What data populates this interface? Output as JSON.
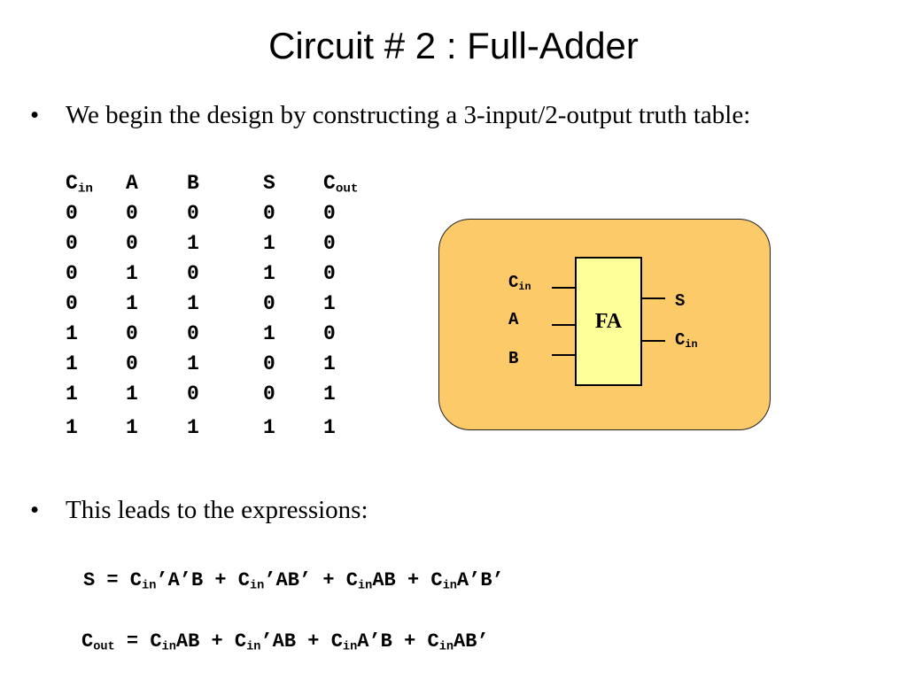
{
  "title": "Circuit # 2 : Full-Adder",
  "bullet_symbol": "•",
  "bullets": [
    "We begin the design by constructing a 3-input/2-output truth table:",
    "This leads to the expressions:"
  ],
  "truth_table": {
    "headers": [
      {
        "main": "C",
        "sub": "in"
      },
      {
        "main": "A",
        "sub": ""
      },
      {
        "main": "B",
        "sub": ""
      },
      {
        "main": "S",
        "sub": ""
      },
      {
        "main": "C",
        "sub": "out"
      }
    ],
    "rows": [
      [
        "0",
        "0",
        "0",
        "0",
        "0"
      ],
      [
        "0",
        "0",
        "1",
        "1",
        "0"
      ],
      [
        "0",
        "1",
        "0",
        "1",
        "0"
      ],
      [
        "0",
        "1",
        "1",
        "0",
        "1"
      ],
      [
        "1",
        "0",
        "0",
        "1",
        "0"
      ],
      [
        "1",
        "0",
        "1",
        "0",
        "1"
      ],
      [
        "1",
        "1",
        "0",
        "0",
        "1"
      ],
      [
        "1",
        "1",
        "1",
        "1",
        "1"
      ]
    ]
  },
  "diagram": {
    "block_label": "FA",
    "inputs": [
      {
        "main": "C",
        "sub": "in"
      },
      {
        "main": "A",
        "sub": ""
      },
      {
        "main": "B",
        "sub": ""
      }
    ],
    "outputs": [
      {
        "main": "S",
        "sub": ""
      },
      {
        "main": "C",
        "sub": "in"
      }
    ],
    "colors": {
      "panel": "#fdca6a",
      "block": "#ffff99"
    }
  },
  "equations": [
    {
      "id": "s",
      "parts": [
        [
          "S = C",
          ""
        ],
        [
          "in",
          "sub"
        ],
        [
          "’A’B + C",
          ""
        ],
        [
          "in",
          "sub"
        ],
        [
          "’AB’ + C",
          ""
        ],
        [
          "in",
          "sub"
        ],
        [
          "AB + C",
          ""
        ],
        [
          "in",
          "sub"
        ],
        [
          "A’B’",
          ""
        ]
      ]
    },
    {
      "id": "cout",
      "parts": [
        [
          "C",
          ""
        ],
        [
          "out",
          "sub"
        ],
        [
          " = C",
          ""
        ],
        [
          "in",
          "sub"
        ],
        [
          "AB + C",
          ""
        ],
        [
          "in",
          "sub"
        ],
        [
          "’AB + C",
          ""
        ],
        [
          "in",
          "sub"
        ],
        [
          "A’B + C",
          ""
        ],
        [
          "in",
          "sub"
        ],
        [
          "AB’",
          ""
        ]
      ]
    }
  ]
}
